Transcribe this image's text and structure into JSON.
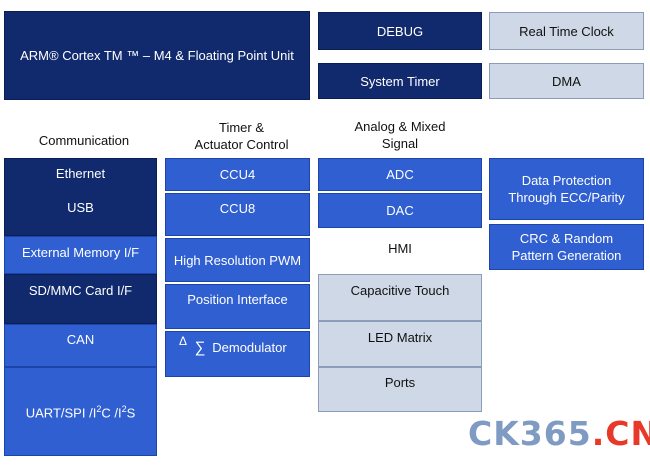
{
  "top": {
    "cpu": "ARM® Cortex TM ™ – M4 & Floating Point Unit",
    "debug": "DEBUG",
    "system_timer": "System Timer",
    "rtc": "Real Time Clock",
    "dma": "DMA"
  },
  "headers": {
    "communication": "Communication",
    "timer_line1": "Timer &",
    "timer_line2": "Actuator Control",
    "analog_line1": "Analog & Mixed",
    "analog_line2": "Signal",
    "hmi": "HMI"
  },
  "communication": {
    "ethernet": "Ethernet",
    "usb": "USB",
    "ext_mem": "External Memory I/F",
    "sdmmc": "SD/MMC Card I/F",
    "can": "CAN",
    "uart_prefix": "UART/SPI /I",
    "uart_sup1": "2",
    "uart_mid": "C /I",
    "uart_sup2": "2",
    "uart_suffix": "S"
  },
  "timer": {
    "ccu4": "CCU4",
    "ccu8": "CCU8",
    "hrpwm": "High Resolution PWM",
    "pos_line1": "Position Interface",
    "delta": "Δ",
    "sigma": "∑",
    "demod": "Demodulator"
  },
  "analog": {
    "adc": "ADC",
    "dac": "DAC"
  },
  "hmi": {
    "touch": "Capacitive Touch",
    "led": "LED Matrix",
    "ports": "Ports"
  },
  "safety": {
    "ecc_line1": "Data Protection",
    "ecc_line2": "Through ECC/Parity",
    "crc_line1": "CRC & Random",
    "crc_line2": "Pattern Generation"
  },
  "watermark": {
    "ck": "CK365",
    "dot": ".",
    "cn": "CN"
  },
  "colors": {
    "dark_blue": "#112a6e",
    "mid_blue": "#2f5fd0",
    "light_gray": "#cfd8e6",
    "watermark_blue": "#7f9bc4",
    "watermark_red": "#e8382a"
  }
}
